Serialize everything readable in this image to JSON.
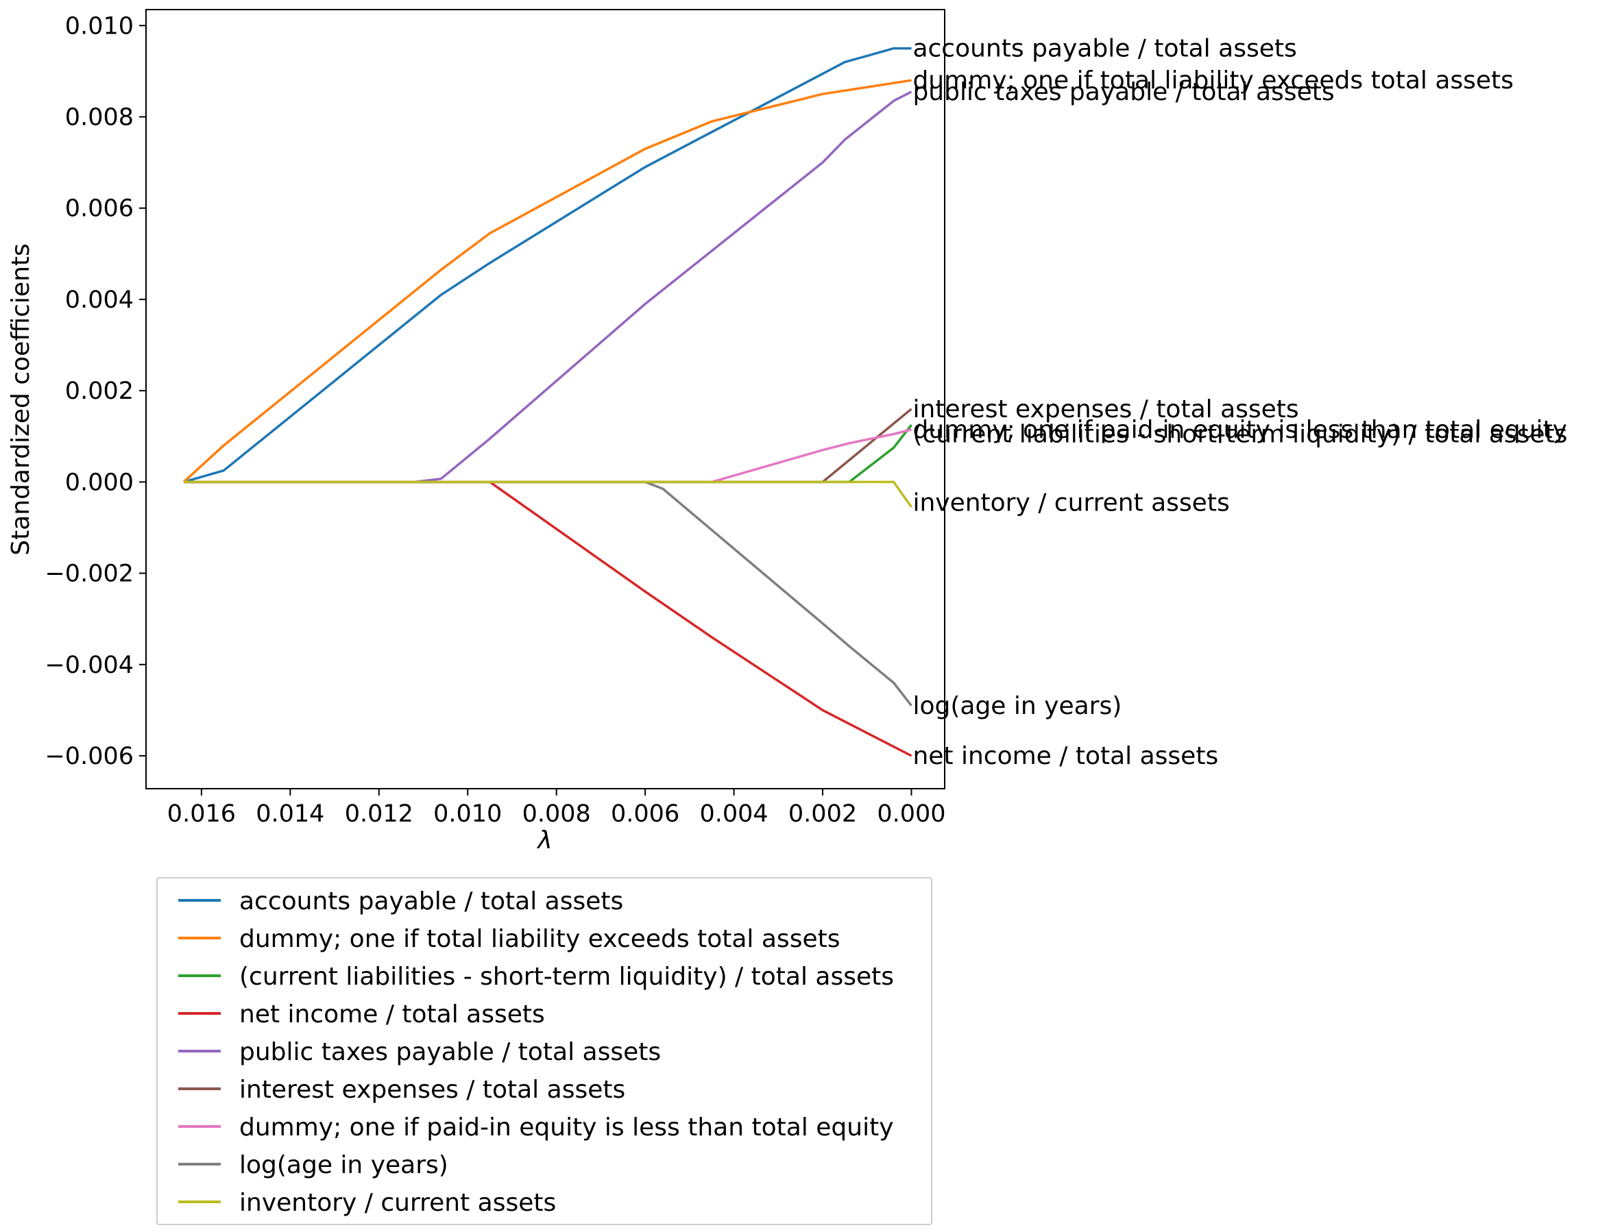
{
  "chart_data": {
    "type": "line",
    "xlabel": "λ",
    "ylabel": "Standardized coefficients",
    "x_reversed": true,
    "xlim": [
      0.01725,
      -0.00075
    ],
    "ylim": [
      -0.00672,
      0.01035
    ],
    "x_ticks": [
      "0.016",
      "0.014",
      "0.012",
      "0.010",
      "0.008",
      "0.006",
      "0.004",
      "0.002",
      "0.000"
    ],
    "y_ticks": [
      "−0.006",
      "−0.004",
      "−0.002",
      "0.000",
      "0.002",
      "0.004",
      "0.006",
      "0.008",
      "0.010"
    ],
    "grid": false,
    "legend_position": "below-plot",
    "series": [
      {
        "name": "accounts payable / total assets",
        "color": "#1f77b4",
        "points": [
          [
            0.0164,
            0.0
          ],
          [
            0.0155,
            0.00025
          ],
          [
            0.0106,
            0.0041
          ],
          [
            0.0095,
            0.0048
          ],
          [
            0.006,
            0.0069
          ],
          [
            0.0015,
            0.0092
          ],
          [
            0.0004,
            0.0095
          ],
          [
            0.0,
            0.0095
          ]
        ]
      },
      {
        "name": "dummy; one if total liability exceeds total assets",
        "color": "#ff7f0e",
        "points": [
          [
            0.0164,
            0.0
          ],
          [
            0.0155,
            0.0008
          ],
          [
            0.0106,
            0.00465
          ],
          [
            0.0095,
            0.00545
          ],
          [
            0.006,
            0.0073
          ],
          [
            0.0045,
            0.0079
          ],
          [
            0.002,
            0.0085
          ],
          [
            0.0,
            0.0088
          ]
        ]
      },
      {
        "name": "(current liabilities - short-term liquidity) / total assets",
        "color": "#2ca02c",
        "points": [
          [
            0.0164,
            0.0
          ],
          [
            0.0014,
            0.0
          ],
          [
            0.0004,
            0.00075
          ],
          [
            0.0,
            0.00125
          ]
        ]
      },
      {
        "name": "net income / total assets",
        "color": "#d62728",
        "points": [
          [
            0.0164,
            0.0
          ],
          [
            0.0095,
            0.0
          ],
          [
            0.006,
            -0.0024
          ],
          [
            0.0045,
            -0.0034
          ],
          [
            0.002,
            -0.005
          ],
          [
            0.0004,
            -0.0058
          ],
          [
            0.0,
            -0.006
          ]
        ]
      },
      {
        "name": "public taxes payable / total assets",
        "color": "#9467bd",
        "points": [
          [
            0.0164,
            0.0
          ],
          [
            0.0112,
            0.0
          ],
          [
            0.0106,
            7e-05
          ],
          [
            0.0095,
            0.00095
          ],
          [
            0.006,
            0.0039
          ],
          [
            0.002,
            0.007
          ],
          [
            0.0015,
            0.0075
          ],
          [
            0.0004,
            0.00835
          ],
          [
            0.0,
            0.00855
          ]
        ]
      },
      {
        "name": "interest expenses / total assets",
        "color": "#8c564b",
        "points": [
          [
            0.0164,
            0.0
          ],
          [
            0.002,
            0.0
          ],
          [
            0.0,
            0.0016
          ]
        ]
      },
      {
        "name": "dummy; one if paid-in equity is less than total equity",
        "color": "#e377c2",
        "points": [
          [
            0.0164,
            0.0
          ],
          [
            0.0045,
            0.0
          ],
          [
            0.002,
            0.0007
          ],
          [
            0.0014,
            0.00085
          ],
          [
            0.0004,
            0.00105
          ],
          [
            0.0,
            0.00115
          ]
        ]
      },
      {
        "name": "log(age in years)",
        "color": "#7f7f7f",
        "points": [
          [
            0.0164,
            0.0
          ],
          [
            0.006,
            0.0
          ],
          [
            0.0056,
            -0.00015
          ],
          [
            0.002,
            -0.0031
          ],
          [
            0.0014,
            -0.0036
          ],
          [
            0.0004,
            -0.0044
          ],
          [
            0.0,
            -0.0049
          ]
        ]
      },
      {
        "name": "inventory / current assets",
        "color": "#bcbd22",
        "points": [
          [
            0.0164,
            0.0
          ],
          [
            0.0004,
            0.0
          ],
          [
            0.0,
            -0.00055
          ]
        ]
      }
    ],
    "end_labels": [
      {
        "text": "accounts payable / total assets",
        "y": 0.0095
      },
      {
        "text": "dummy; one if total liability exceeds total assets",
        "y": 0.0088
      },
      {
        "text": "public taxes payable / total assets",
        "y": 0.00855
      },
      {
        "text": "interest expenses / total assets",
        "y": 0.0016
      },
      {
        "text": "dummy; one if paid-in equity is less than total equity",
        "y": 0.00115
      },
      {
        "text": "(current liabilities - short-term liquidity) / total assets",
        "y": 0.00105
      },
      {
        "text": "inventory / current assets",
        "y": -0.00045
      },
      {
        "text": "log(age in years)",
        "y": -0.0049
      },
      {
        "text": "net income / total assets",
        "y": -0.006
      }
    ],
    "legend_entries": [
      "accounts payable / total assets",
      "dummy; one if total liability exceeds total assets",
      "(current liabilities - short-term liquidity) / total assets",
      "net income / total assets",
      "public taxes payable / total assets",
      "interest expenses / total assets",
      "dummy; one if paid-in equity is less than total equity",
      "log(age in years)",
      "inventory / current assets"
    ]
  }
}
